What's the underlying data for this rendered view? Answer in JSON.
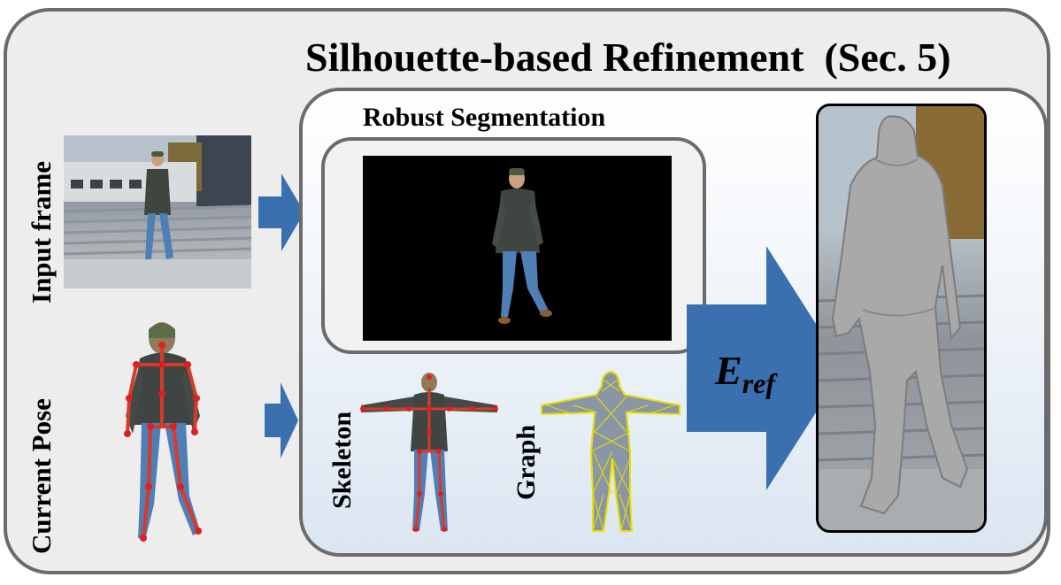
{
  "title": "Silhouette-based Refinement  (Sec. 5)",
  "labels": {
    "input_frame": "Input frame",
    "current_pose": "Current Pose",
    "robust_segmentation": "Robust Segmentation",
    "skeleton": "Skeleton",
    "graph": "Graph"
  },
  "energy": {
    "symbol": "E",
    "subscript": "ref"
  },
  "colors": {
    "arrow": "#3a6fb0",
    "frame_border": "#6b6b6b",
    "skeleton_joint": "#d22020",
    "graph_mesh": "#e8e000"
  }
}
